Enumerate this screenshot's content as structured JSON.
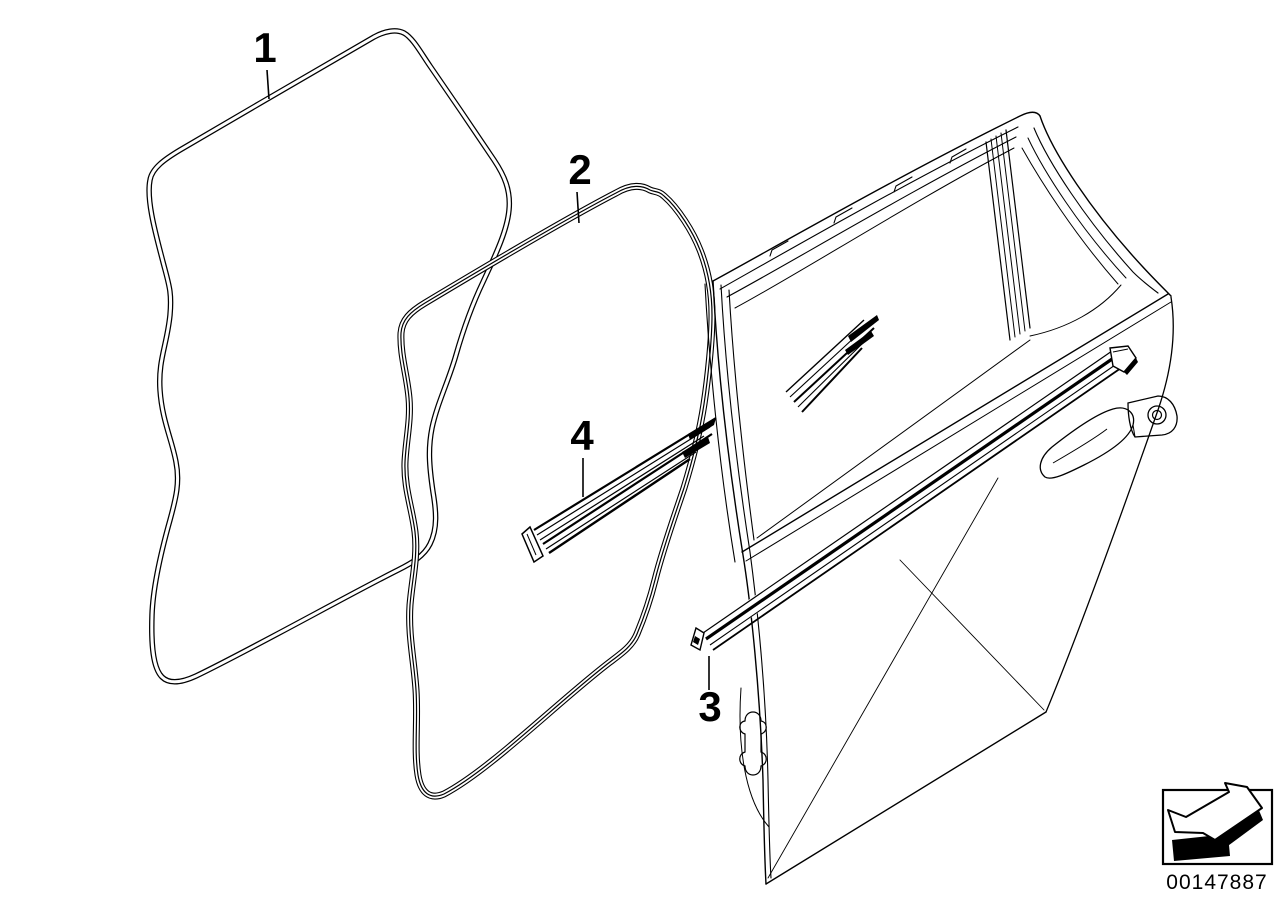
{
  "diagram": {
    "callouts": [
      {
        "label": "1"
      },
      {
        "label": "2"
      },
      {
        "label": "3"
      },
      {
        "label": "4"
      }
    ],
    "part_number_label": "00147887",
    "nav_icon": "direction-of-travel-arrow-icon",
    "colors": {
      "line": "#000000",
      "background": "#ffffff"
    }
  }
}
